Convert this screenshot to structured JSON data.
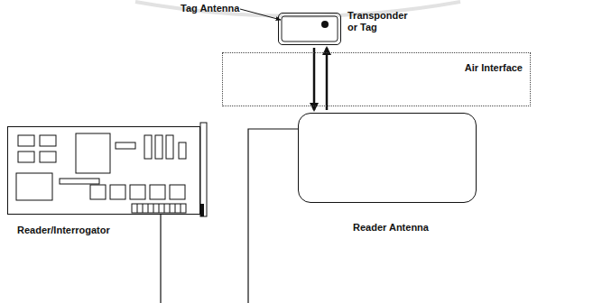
{
  "diagram": {
    "nodes": [
      {
        "text": [
          "Transponder or Tag"
        ]
      },
      {
        "text": [
          "Air Interface"
        ]
      },
      {
        "text": [
          "Reader Antenna"
        ]
      },
      {
        "text": [
          "Reader/Interrogator"
        ]
      }
    ],
    "edges": [
      {
        "from": 0,
        "to": 2,
        "arrow": "to"
      },
      {
        "from": 2,
        "to": 0,
        "arrow": "to"
      }
    ],
    "labels": [
      "Tag Antenna"
    ]
  }
}
